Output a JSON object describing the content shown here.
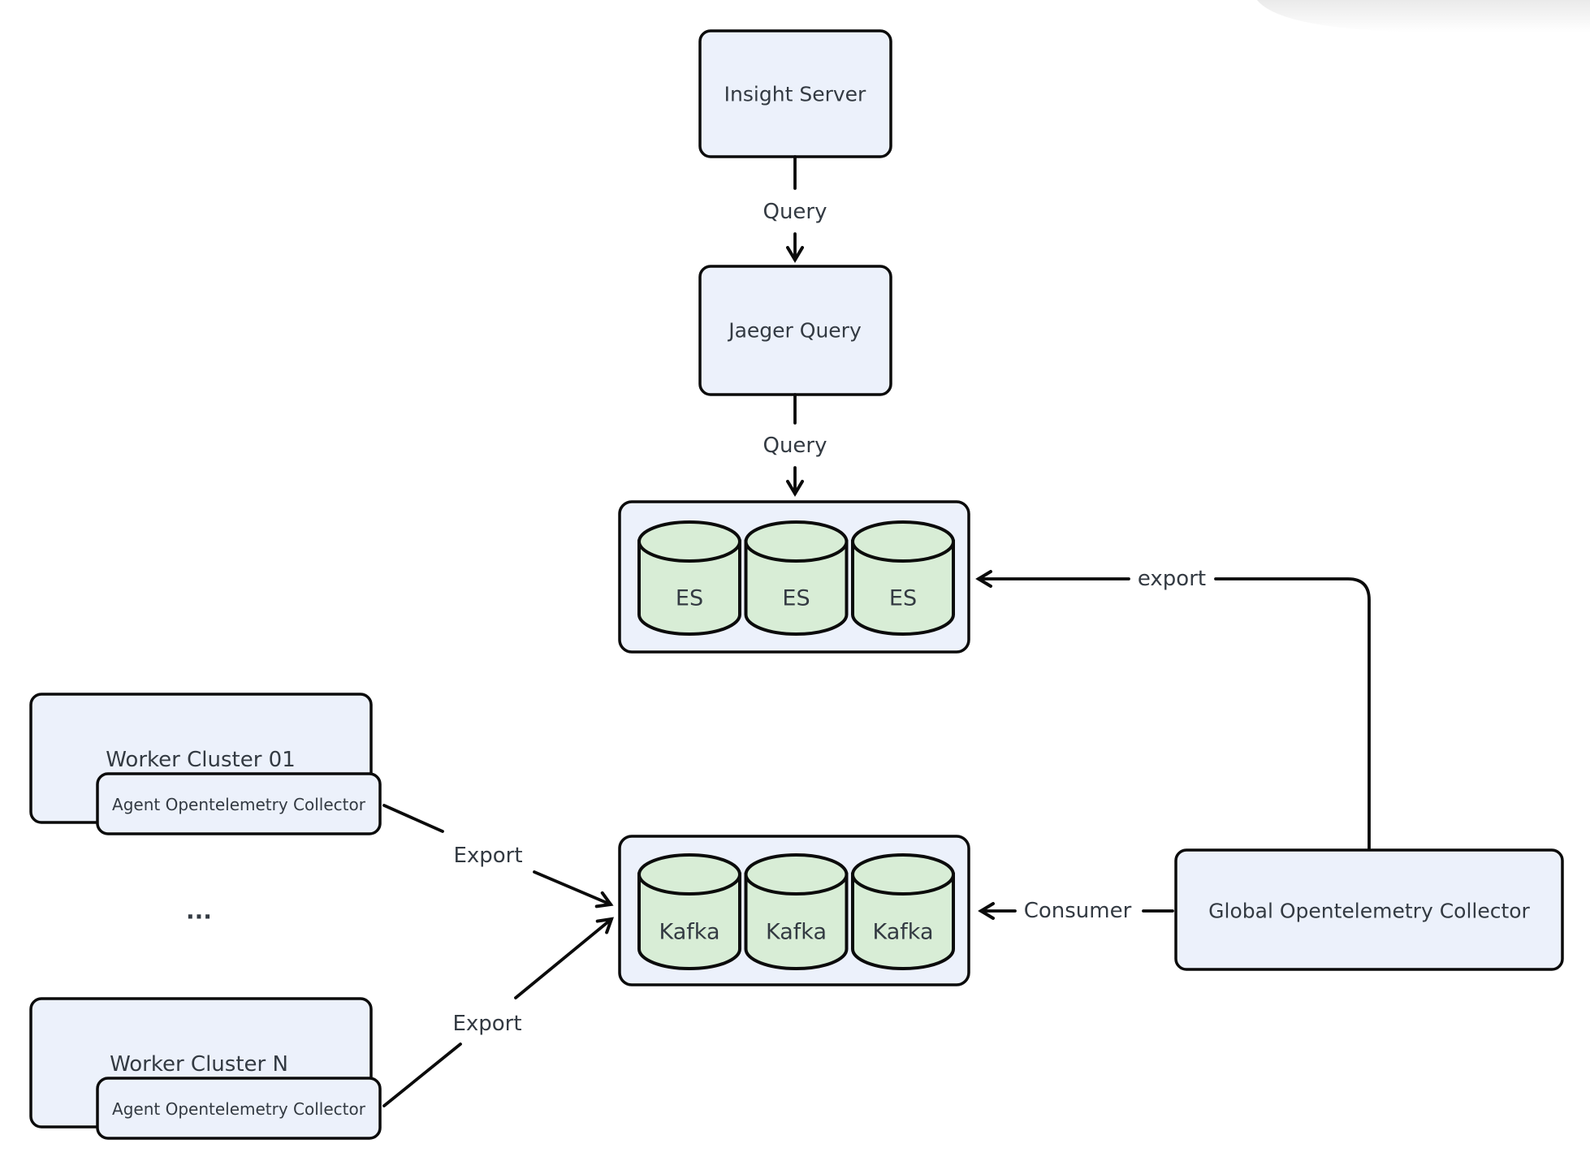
{
  "diagram": {
    "background": "#ffffff",
    "colors": {
      "node_fill": "#ecf1fb",
      "database_fill": "#d8edd6",
      "border": "#0b0b0b",
      "text": "#333a42",
      "edge": "#0b0b0b"
    },
    "nodes": {
      "insight_server": {
        "label": "Insight Server"
      },
      "jaeger_query": {
        "label": "Jaeger Query"
      },
      "es_cluster": {
        "databases": [
          "ES",
          "ES",
          "ES"
        ]
      },
      "kafka_cluster": {
        "databases": [
          "Kafka",
          "Kafka",
          "Kafka"
        ]
      },
      "worker_cluster_01": {
        "label": "Worker Cluster 01",
        "agent": "Agent Opentelemetry Collector"
      },
      "worker_cluster_n": {
        "label": "Worker Cluster N",
        "agent": "Agent Opentelemetry Collector"
      },
      "global_collector": {
        "label": "Global Opentelemetry Collector"
      },
      "ellipsis": "..."
    },
    "edges": {
      "insight_to_jaeger": "Query",
      "jaeger_to_es": "Query",
      "collector_to_es": "export",
      "collector_to_kafka": "Consumer",
      "worker01_to_kafka": "Export",
      "workern_to_kafka": "Export"
    }
  }
}
